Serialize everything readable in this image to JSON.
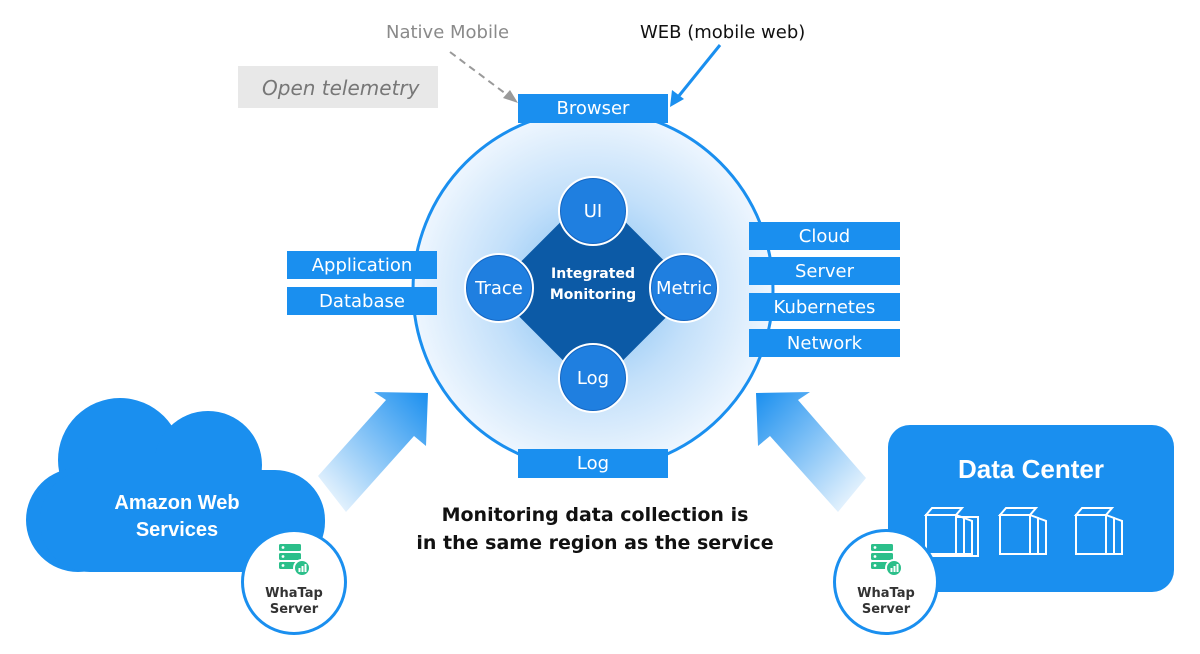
{
  "top": {
    "native_mobile": "Native Mobile",
    "open_telemetry": "Open telemetry",
    "web_mobile": "WEB (mobile web)"
  },
  "ring": {
    "browser": "Browser",
    "log_bottom": "Log"
  },
  "left_labels": [
    "Application",
    "Database"
  ],
  "right_labels": [
    "Cloud",
    "Server",
    "Kubernetes",
    "Network"
  ],
  "core": {
    "title_line1": "Integrated",
    "title_line2": "Monitoring",
    "nodes": {
      "ui": "UI",
      "trace": "Trace",
      "metric": "Metric",
      "log": "Log"
    }
  },
  "aws": {
    "line1": "Amazon Web",
    "line2": "Services"
  },
  "datacenter": {
    "title": "Data Center"
  },
  "whatap": {
    "line1": "WhaTap",
    "line2": "Server"
  },
  "caption": {
    "line1": "Monitoring data collection is",
    "line2": "in the same region as the service"
  },
  "colors": {
    "primary": "#1a8fef",
    "core_dark": "#0c5aa6",
    "node_blue": "#1f7fe0",
    "server_green": "#2bbf8a",
    "gray_text": "#8a8a8a"
  },
  "icons": [
    "server-icon",
    "server-box-icon",
    "dashed-arrow-icon",
    "arrow-icon"
  ]
}
